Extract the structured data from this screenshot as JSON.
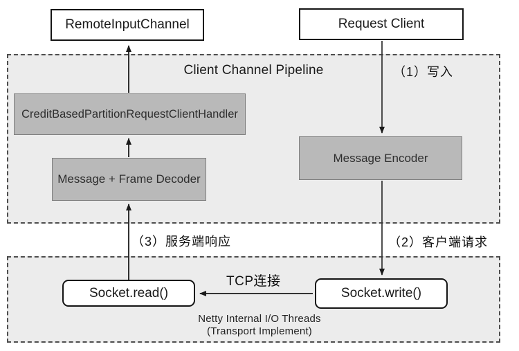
{
  "diagram": {
    "nodes": {
      "remote_input_channel": "RemoteInputChannel",
      "request_client": "Request Client",
      "credit_handler": "CreditBasedPartitionRequestClientHandler",
      "frame_decoder": "Message + Frame Decoder",
      "message_encoder": "Message Encoder",
      "socket_read": "Socket.read()",
      "socket_write": "Socket.write()"
    },
    "containers": {
      "pipeline": {
        "title": "Client Channel Pipeline"
      },
      "io_threads": {
        "line1": "Netty Internal I/O Threads",
        "line2": "(Transport Implement)"
      }
    },
    "edge_labels": {
      "step1_write": "（1）写入",
      "step2_client_request": "（2）客户端请求",
      "step3_server_response": "（3）服务端响应",
      "tcp_connection": "TCP连接"
    },
    "colors": {
      "container_fill": "#ececec",
      "container_border": "#4d4d4d",
      "gray_node_fill": "#b9b9b9",
      "gray_node_border": "#7d7d7d",
      "white_node_border": "#141414",
      "arrow": "#1a1a1a"
    }
  }
}
